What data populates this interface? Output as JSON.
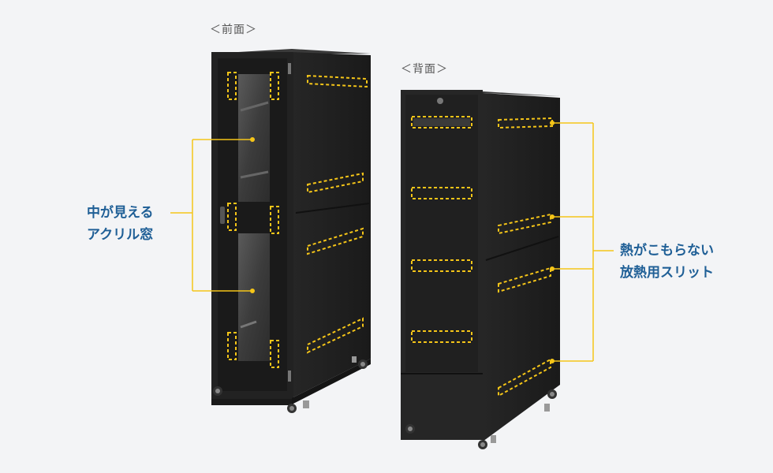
{
  "front_view": {
    "label": "＜前面＞"
  },
  "back_view": {
    "label": "＜背面＞"
  },
  "callout_left": {
    "line1": "中が見える",
    "line2": "アクリル窓"
  },
  "callout_right": {
    "line1": "熱がこもらない",
    "line2": "放熱用スリット"
  },
  "colors": {
    "accent": "#f5c518",
    "callout_text": "#1f5f96",
    "cabinet": "#2a2a2a",
    "cabinet_side": "#1c1c1c",
    "background": "#f3f4f6"
  }
}
